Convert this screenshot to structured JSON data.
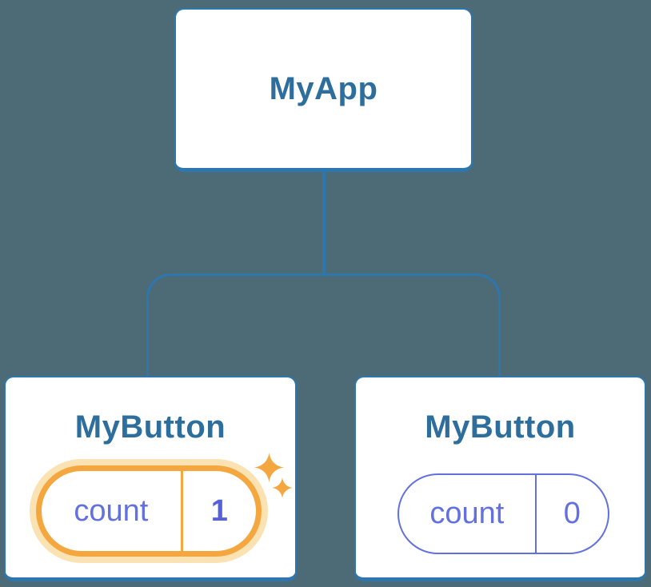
{
  "tree": {
    "root": {
      "label": "MyApp"
    },
    "children": [
      {
        "label": "MyButton",
        "pill": {
          "key": "count",
          "value": "1"
        },
        "highlighted": true,
        "highlight_icon": "sparkles-icon"
      },
      {
        "label": "MyButton",
        "pill": {
          "key": "count",
          "value": "0"
        },
        "highlighted": false
      }
    ]
  },
  "colors": {
    "background": "#4d6a77",
    "card_border": "#2e77ae",
    "card_background": "#ffffff",
    "node_text": "#2e6e9c",
    "state_text": "#6270e0",
    "state_value_text": "#5560dc",
    "highlight_orange": "#f4a73f",
    "highlight_halo": "#fbe2b3"
  }
}
